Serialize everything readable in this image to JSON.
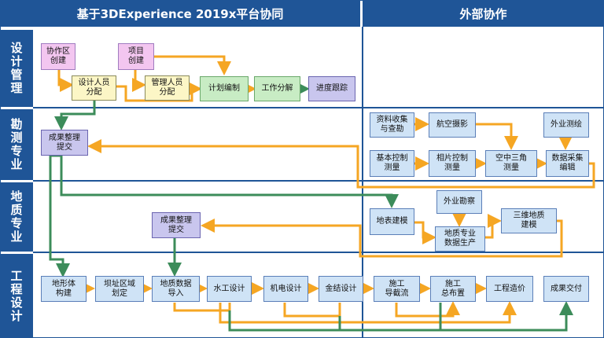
{
  "headers": {
    "left": "基于3DExperience 2019x平台协同",
    "right": "外部协作"
  },
  "lanes": [
    {
      "label": "设计管理"
    },
    {
      "label": "勘测专业"
    },
    {
      "label": "地质专业"
    },
    {
      "label": "工程设计"
    }
  ],
  "nodes": {
    "cooperation_area": "协作区\n创建",
    "project_create": "项目\n创建",
    "designer_assign": "设计人员\n分配",
    "manager_assign": "管理人员\n分配",
    "plan_making": "计划编制",
    "work_breakdown": "工作分解",
    "progress_track": "进度跟踪",
    "survey_result_submit": "成果整理\n提交",
    "data_collect": "资料收集\n与查勘",
    "aerial_photo": "航空摄影",
    "field_survey": "外业测绘",
    "basic_control": "基本控制\n测量",
    "photo_control": "相片控制\n测量",
    "aerial_triangulation": "空中三角\n测量",
    "data_acquisition": "数据采集\n编辑",
    "geo_result_submit": "成果整理\n提交",
    "field_exploration": "外业勘察",
    "surface_modeling": "地表建模",
    "geo_data_production": "地质专业\n数据生产",
    "geo_3d_modeling": "三维地质\n建模",
    "terrain_build": "地形体\n构建",
    "dam_zone": "坝址区域\n划定",
    "geo_data_import": "地质数据\n导入",
    "hydraulic_design": "水工设计",
    "electromech_design": "机电设计",
    "metal_design": "金结设计",
    "construction_diversion": "施工\n导截流",
    "construction_layout": "施工\n总布置",
    "cost_estimate": "工程造价",
    "result_delivery": "成果交付"
  },
  "colors": {
    "header": "#1f5597",
    "arrow_orange": "#f5a623",
    "arrow_green": "#3c8c5a"
  }
}
